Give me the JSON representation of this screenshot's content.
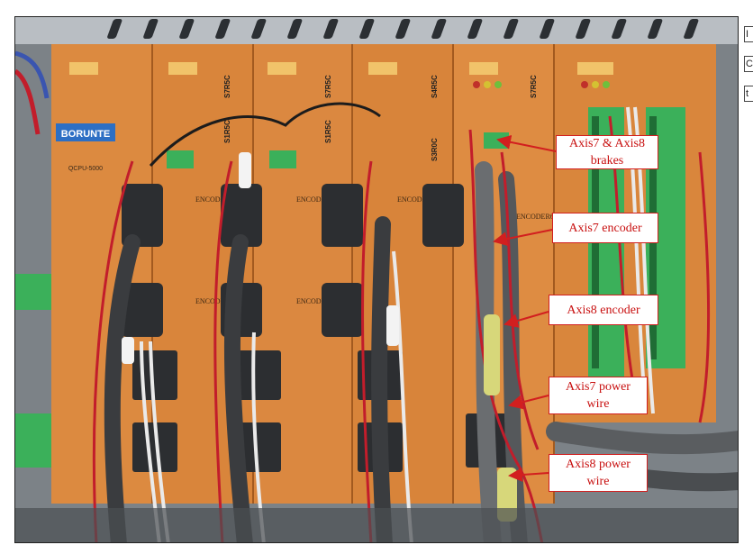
{
  "photo": {
    "brand_label": "BORUNTE",
    "model_label": "QCPU-5000",
    "drive_codes": [
      "S7R5C",
      "S1R5C",
      "S7R5C",
      "S1R5C",
      "S4R5C",
      "S3R0C",
      "S7R5C"
    ],
    "port_labels": [
      "ENCODER1",
      "ENCODER2",
      "ENCODER3",
      "ENCODER4",
      "ENCODER5",
      "ENCODER6"
    ]
  },
  "callouts": [
    {
      "id": "brakes",
      "text": "Axis7 & Axis8\nbrakes",
      "color": "#c80f0f"
    },
    {
      "id": "axis7-encoder",
      "text": "Axis7 encoder",
      "color": "#c80f0f"
    },
    {
      "id": "axis8-encoder",
      "text": "Axis8 encoder",
      "color": "#c80f0f"
    },
    {
      "id": "axis7-power",
      "text": "Axis7 power\nwire",
      "color": "#c80f0f"
    },
    {
      "id": "axis8-power",
      "text": "Axis8 power\nwire",
      "color": "#c80f0f"
    }
  ],
  "edge_fragments": [
    "I",
    "C",
    "t"
  ],
  "colors": {
    "panel": "#d9873e",
    "cable": "#3d3f42",
    "wire_red": "#c21d2b",
    "callout_border": "#d21f1f"
  }
}
